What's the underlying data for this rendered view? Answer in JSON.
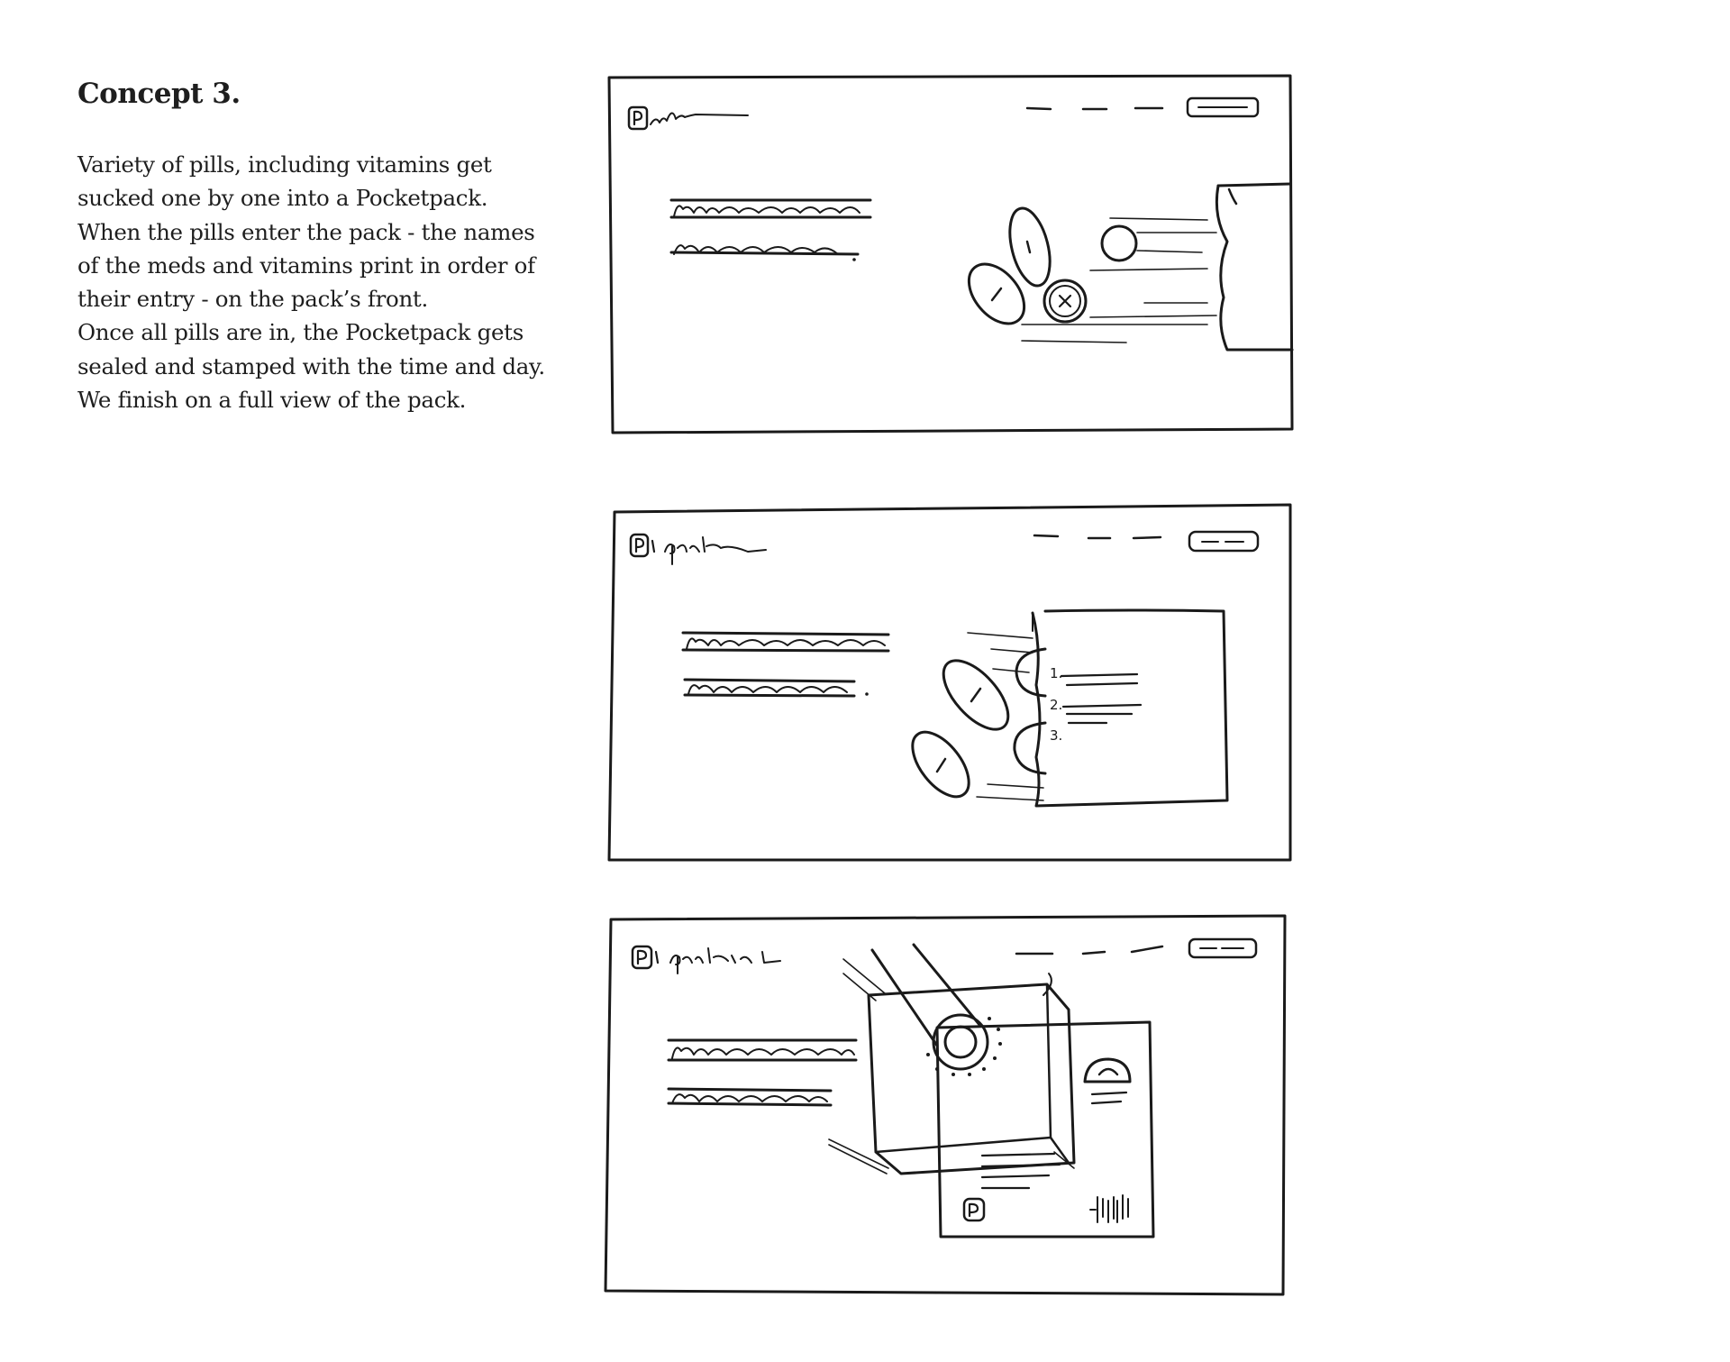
{
  "concept": {
    "title": "Concept 3.",
    "description_lines": [
      "Variety of pills, including vitamins get",
      "sucked one by one into a Pocketpack.",
      "When the pills enter the pack - the names",
      "of the meds and vitamins print in order of",
      "their entry - on the pack’s front.",
      "Once all pills are in, the Pocketpack gets",
      "sealed and stamped with the time and day.",
      "We finish on a full view of the pack."
    ]
  },
  "storyboard": {
    "frame2_list_numbers": [
      "1.",
      "2.",
      "3."
    ],
    "ink_color": "#1a1a1a"
  }
}
